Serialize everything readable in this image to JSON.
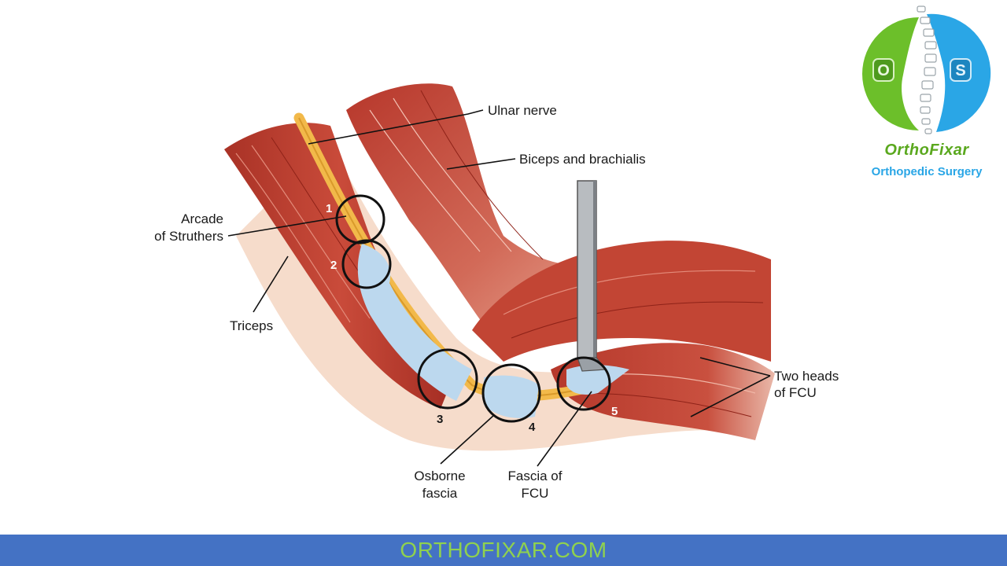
{
  "labels": {
    "ulnar_nerve": "Ulnar nerve",
    "biceps_brachialis": "Biceps and brachialis",
    "arcade_line1": "Arcade",
    "arcade_line2": "of Struthers",
    "triceps": "Triceps",
    "two_heads_line1": "Two heads",
    "two_heads_line2": "of FCU",
    "osborne_line1": "Osborne",
    "osborne_line2": "fascia",
    "fascia_fcu_line1": "Fascia of",
    "fascia_fcu_line2": "FCU"
  },
  "sites": [
    "1",
    "2",
    "3",
    "4",
    "5"
  ],
  "logo": {
    "letter_left": "O",
    "letter_right": "S",
    "title": "OrthoFixar",
    "subtitle": "Orthopedic Surgery"
  },
  "footer": {
    "text": "ORTHOFIXAR.COM"
  },
  "colors": {
    "muscle": "#c0392b",
    "muscle_dark": "#9b2a20",
    "tendon": "#f6d7c4",
    "nerve": "#f2b94a",
    "fascia": "#bcd8ee",
    "logo_green": "#6cbf2a",
    "logo_blue": "#2aa6e6",
    "footer_bg": "#4472c4",
    "footer_text": "#8fd14f"
  }
}
